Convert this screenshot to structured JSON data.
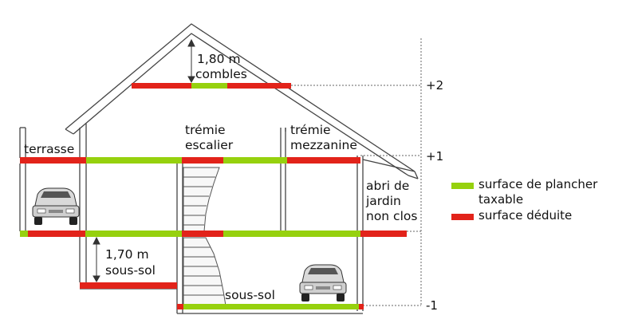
{
  "colors": {
    "taxable": "#96d10e",
    "deducted": "#e2231a",
    "line": "#444444",
    "fill": "#ffffff"
  },
  "labels": {
    "combles_height": "1,80 m",
    "combles": "combles",
    "terrasse": "terrasse",
    "tremie_escalier_1": "trémie",
    "tremie_escalier_2": "escalier",
    "tremie_mezzanine_1": "trémie",
    "tremie_mezzanine_2": "mezzanine",
    "abri_1": "abri de",
    "abri_2": "jardin",
    "abri_3": "non clos",
    "sous_sol_height": "1,70 m",
    "sous_sol_left": "sous-sol",
    "sous_sol_center": "sous-sol"
  },
  "levels": {
    "plus2": "+2",
    "plus1": "+1",
    "minus1": "-1"
  },
  "legend": {
    "taxable_1": "surface de plancher",
    "taxable_2": "taxable",
    "deducted": "surface déduite"
  },
  "icons": {
    "car": "car-icon",
    "stairs": "staircase-icon"
  }
}
